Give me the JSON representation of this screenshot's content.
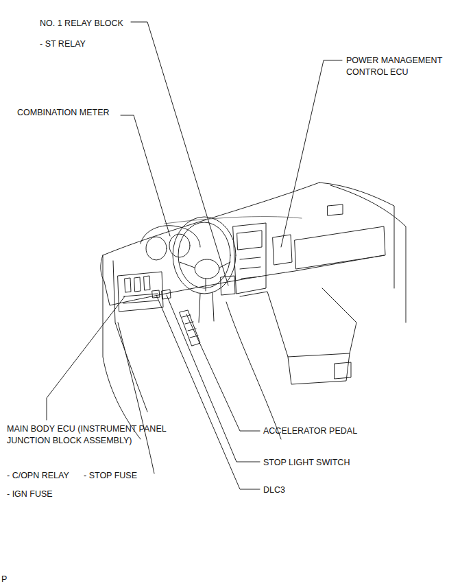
{
  "diagram": {
    "labels": [
      "NO. 1 RELAY BLOCK",
      "- ST RELAY",
      "POWER MANAGEMENT CONTROL ECU",
      "COMBINATION METER",
      "MAIN BODY ECU (INSTRUMENT PANEL JUNCTION BLOCK ASSEMBLY)",
      "- C/OPN RELAY",
      "- STOP FUSE",
      "- IGN FUSE",
      "ACCELERATOR PEDAL",
      "STOP LIGHT SWITCH",
      "DLC3",
      "P"
    ]
  }
}
